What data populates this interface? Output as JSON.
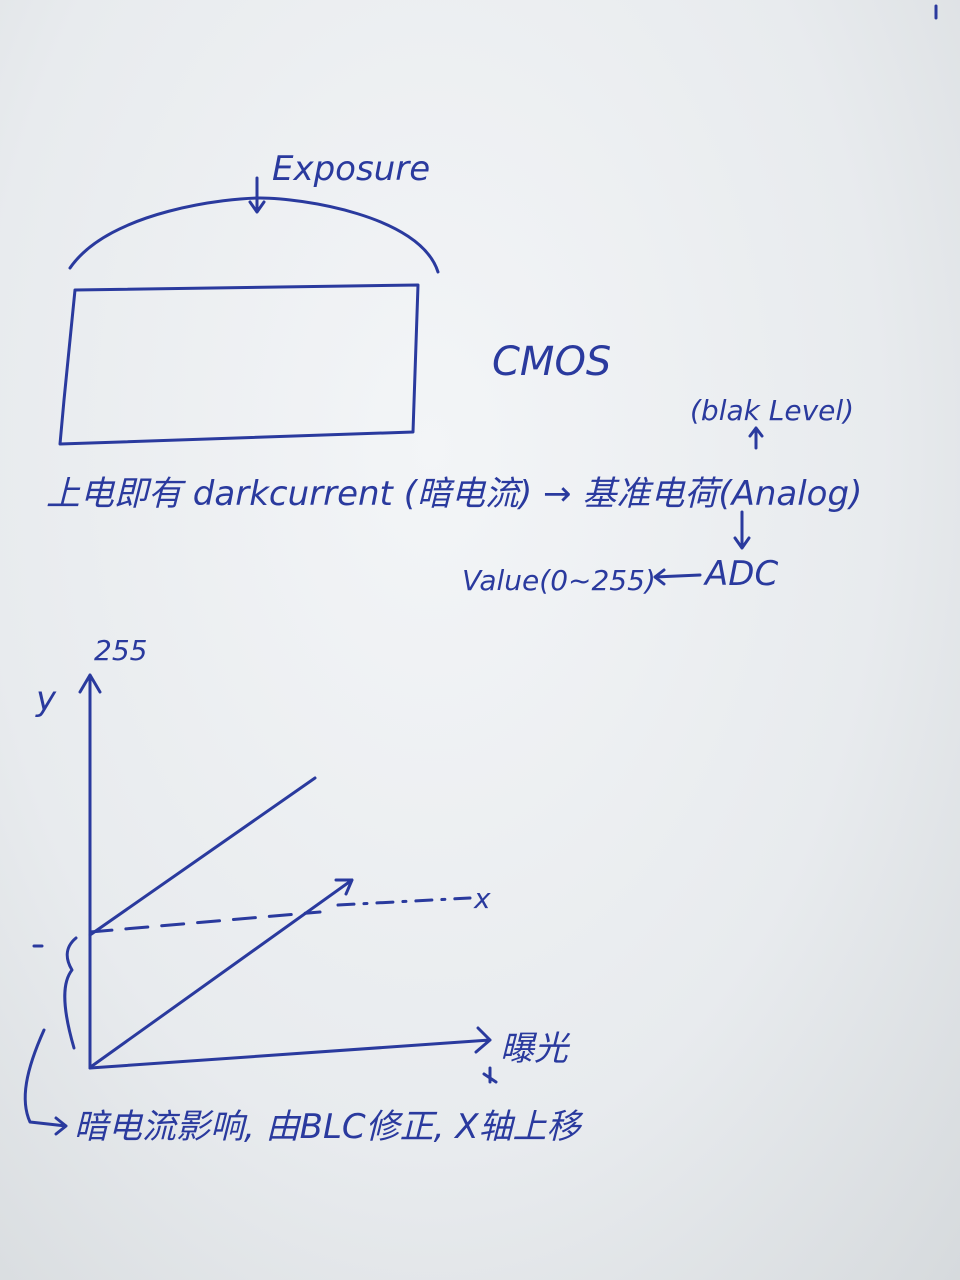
{
  "top_diagram": {
    "exposure_label": "Exposure",
    "sensor_label": "CMOS"
  },
  "flow": {
    "line1": "上电即有 darkcurrent (暗电流) → 基准电荷(Analog)",
    "black_level_label": "(blak Level)",
    "adc_label": "ADC",
    "value_label": "Value(0~255)"
  },
  "graph": {
    "y_axis_label": "y",
    "y_max_label": "255",
    "x_axis_label": "曝光",
    "x_marker_label": "x",
    "caption": "暗电流影响, 由BLC修正, X轴上移"
  },
  "colors": {
    "ink": "#2a3a9e",
    "paper": "#eceff2"
  }
}
